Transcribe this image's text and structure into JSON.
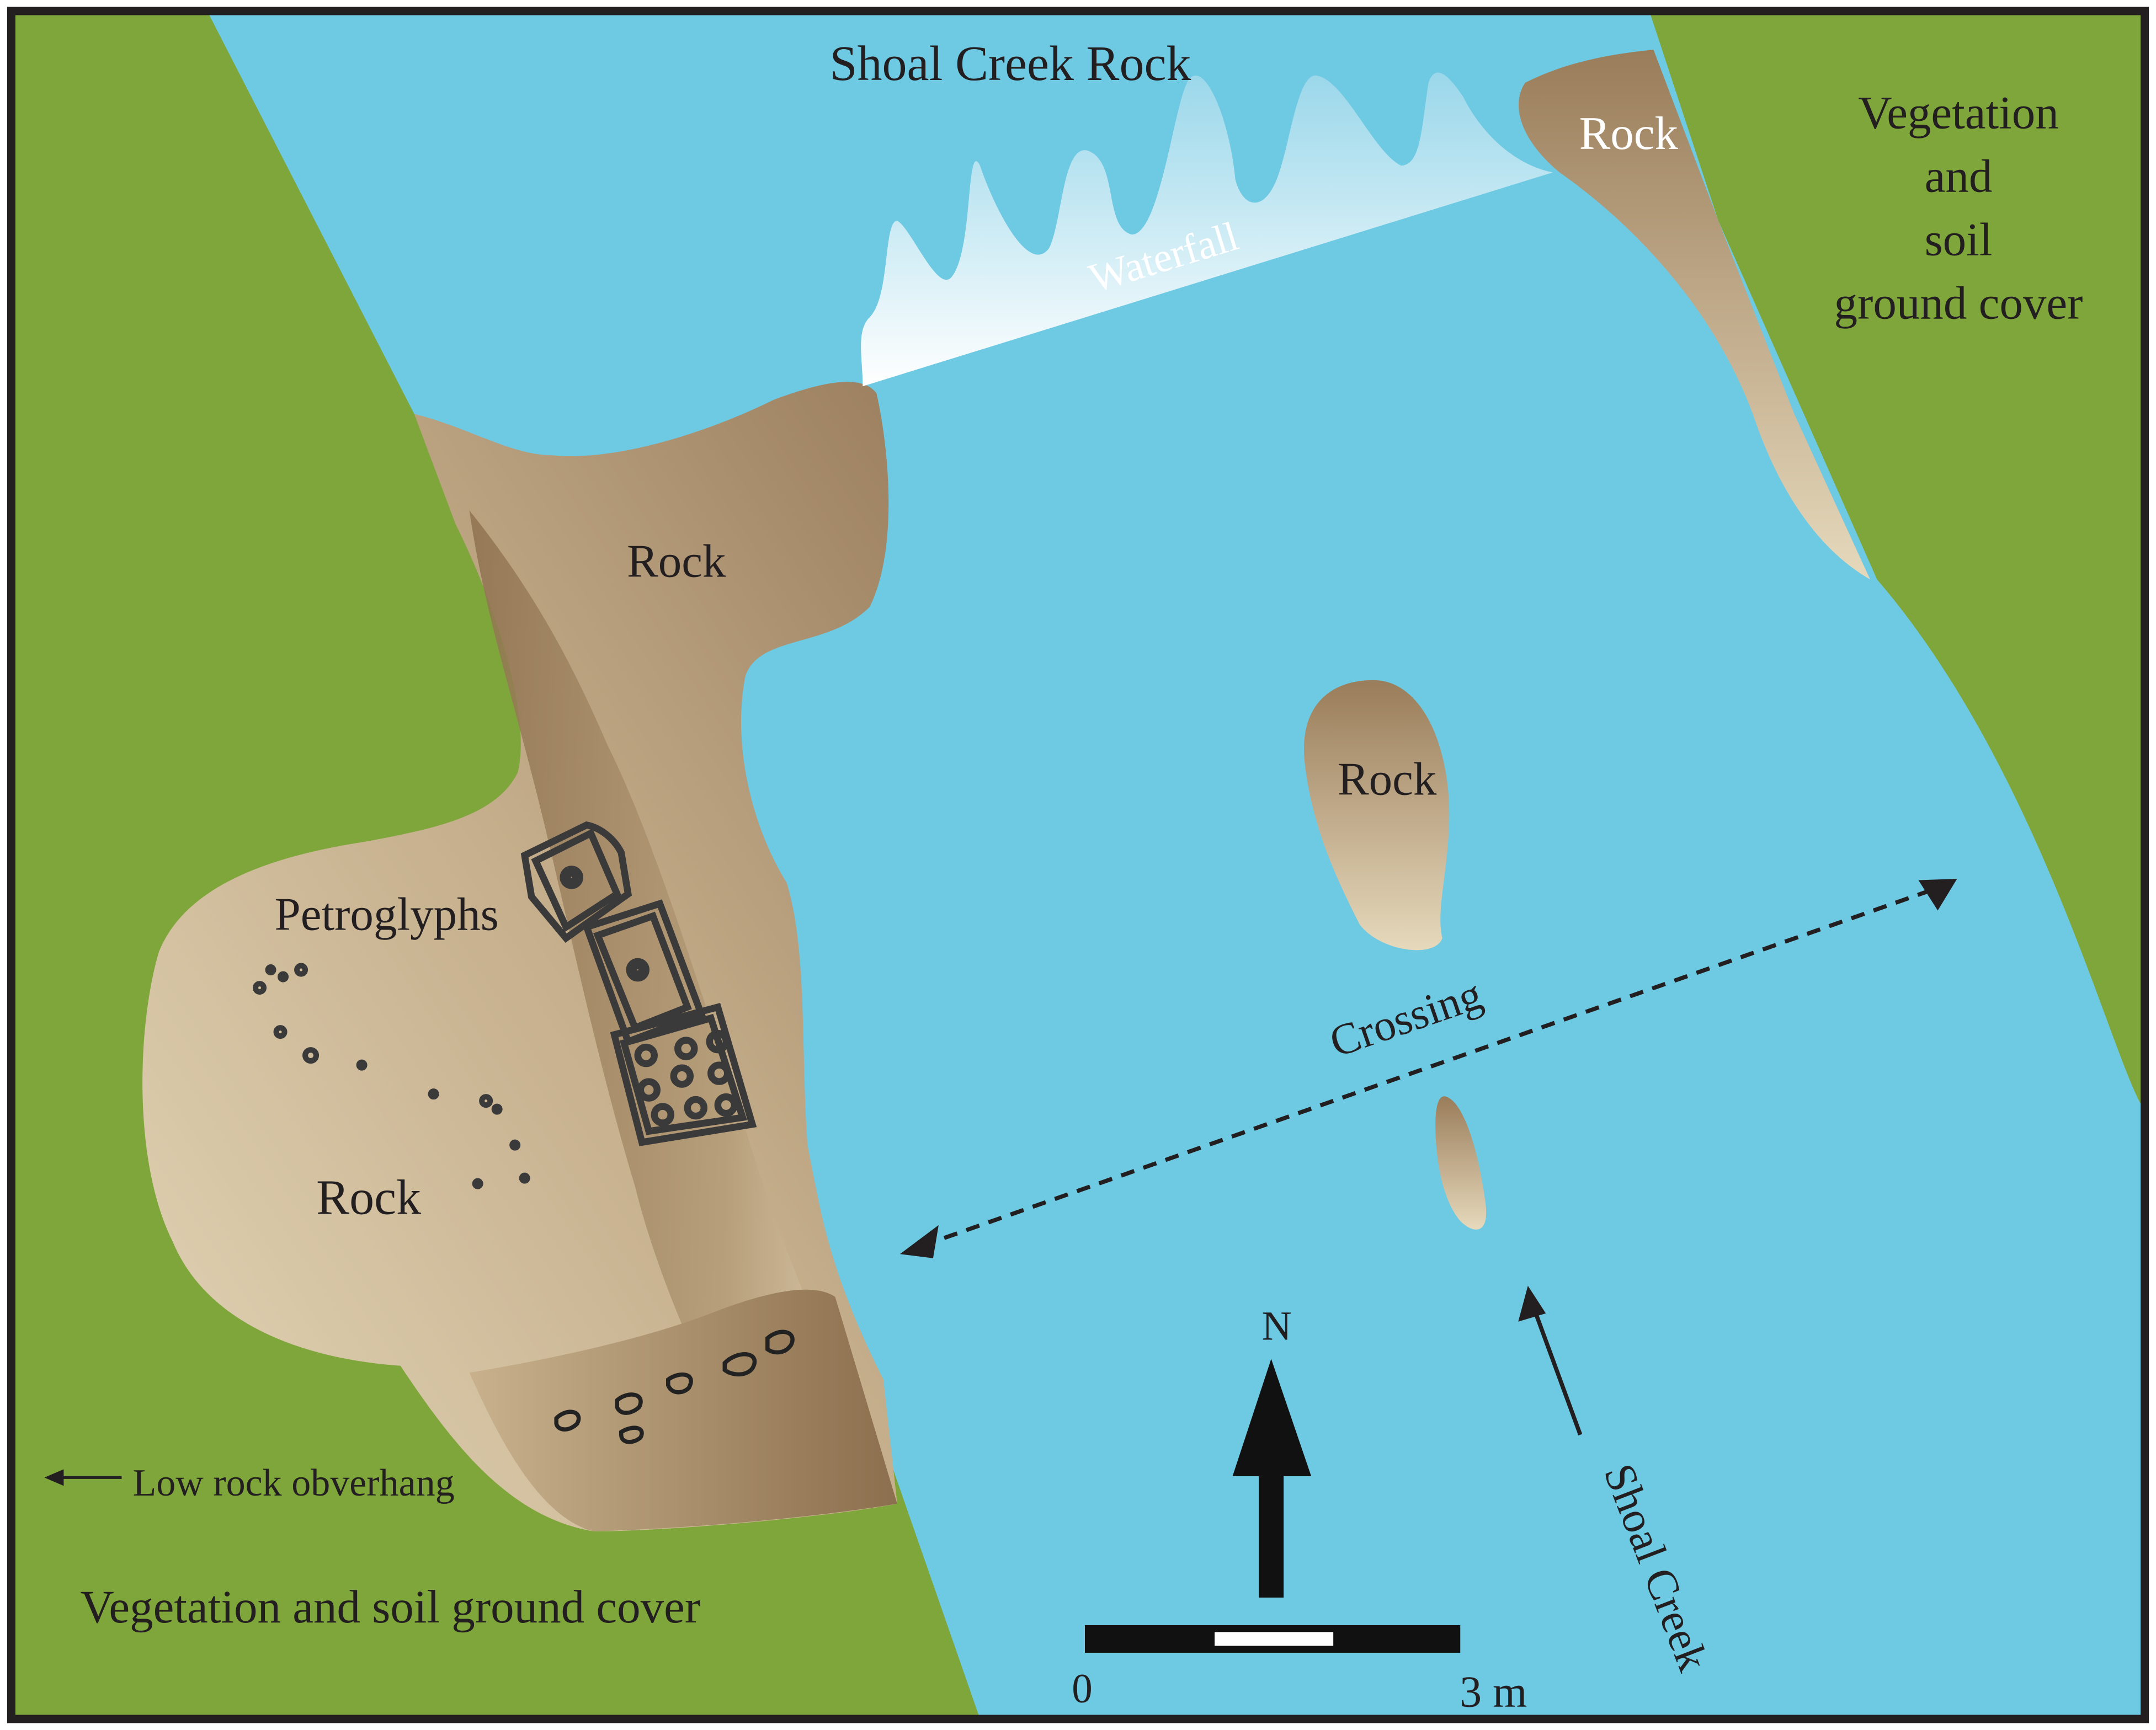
{
  "map": {
    "title": "Shoal Creek Rock",
    "labels": {
      "waterfall": "Waterfall",
      "rock_upper_right": "Rock",
      "veg_right_line1": "Vegetation",
      "veg_right_line2": "and",
      "veg_right_line3": "soil",
      "veg_right_line4": "ground cover",
      "rock_center_left": "Rock",
      "rock_island": "Rock",
      "petroglyphs": "Petroglyphs",
      "rock_lower_left": "Rock",
      "crossing": "Crossing",
      "low_rock_overhang": "Low rock obverhang",
      "veg_bottom_left": "Vegetation and soil ground cover",
      "creek_name": "Shoal Creek",
      "north": "N"
    },
    "scale_bar": {
      "start_label": "0",
      "end_label": "3 m"
    },
    "colors": {
      "water": "#6ec9e3",
      "vegetation": "#7fa63a",
      "rock_dark": "#9a7e5c",
      "rock_light": "#e1d3b4",
      "border": "#231f20"
    }
  }
}
